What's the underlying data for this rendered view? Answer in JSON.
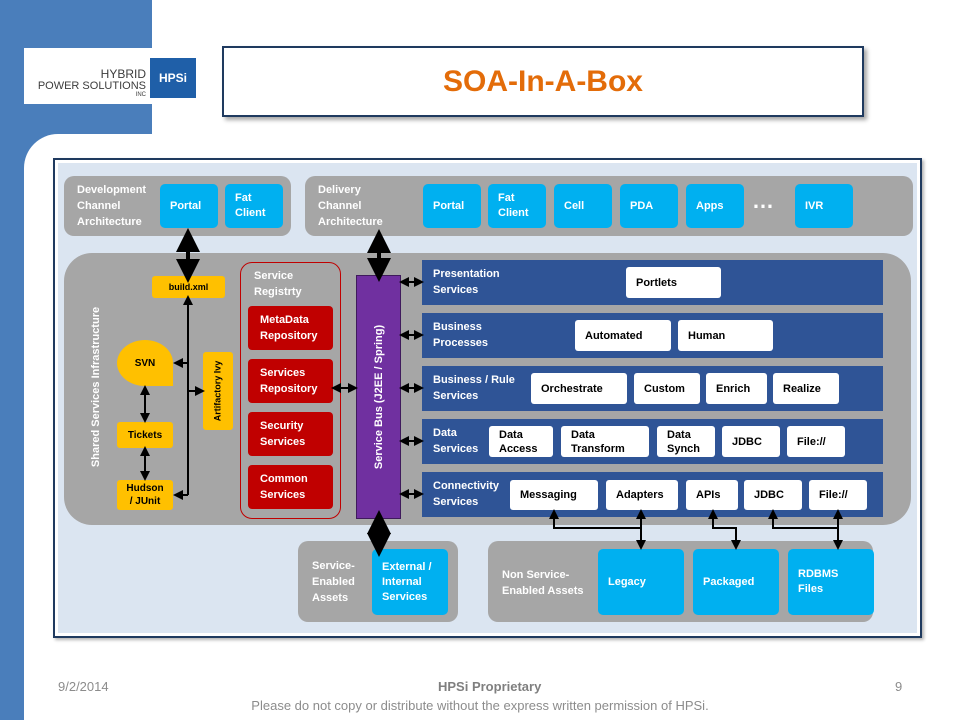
{
  "logo": {
    "line1": "HYBRID",
    "line2": "POWER SOLUTIONS",
    "line3": "INC",
    "mark": "HPSi"
  },
  "title": "SOA-In-A-Box",
  "dev_channel": {
    "label": [
      "Development",
      "Channel",
      "Architecture"
    ],
    "items": [
      "Portal",
      [
        "Fat",
        "Client"
      ]
    ]
  },
  "delivery_channel": {
    "label": [
      "Delivery",
      "Channel",
      "Architecture"
    ],
    "items": [
      "Portal",
      [
        "Fat",
        "Client"
      ],
      "Cell",
      "PDA",
      "Apps",
      "IVR"
    ],
    "ellipsis": "…"
  },
  "shared": {
    "label": "Shared Services Infrastructure",
    "build": "build.xml",
    "svn": "SVN",
    "tickets": "Tickets",
    "hudson": [
      "Hudson",
      "/ JUnit"
    ],
    "artifactory": "Artifactory Ivy"
  },
  "registry": {
    "title": [
      "Service",
      "Registrty"
    ],
    "items": [
      [
        "MetaData",
        "Repository"
      ],
      [
        "Services",
        "Repository"
      ],
      [
        "Security",
        "Services"
      ],
      [
        "Common",
        "Services"
      ]
    ]
  },
  "bus": "Service Bus (J2EE / Spring)",
  "layers": [
    {
      "label": [
        "Presentation",
        "Services"
      ],
      "items": [
        "Portlets"
      ]
    },
    {
      "label": [
        "Business",
        "Processes"
      ],
      "items": [
        "Automated",
        "Human"
      ]
    },
    {
      "label": [
        "Business  / Rule",
        "Services"
      ],
      "items": [
        "Orchestrate",
        "Custom",
        "Enrich",
        "Realize"
      ]
    },
    {
      "label": [
        "Data",
        "Services"
      ],
      "items": [
        [
          "Data",
          "Access"
        ],
        [
          "Data",
          "Transform"
        ],
        [
          "Data",
          "Synch"
        ],
        "JDBC",
        "File://"
      ]
    },
    {
      "label": [
        "Connectivity",
        "Services"
      ],
      "items": [
        "Messaging",
        "Adapters",
        "APIs",
        "JDBC",
        "File://"
      ]
    }
  ],
  "service_assets": {
    "label": [
      "Service-",
      "Enabled",
      "Assets"
    ],
    "item": [
      "External /",
      "Internal",
      "Services"
    ]
  },
  "non_service_assets": {
    "label": [
      "Non Service-",
      "Enabled Assets"
    ],
    "items": [
      "Legacy",
      "Packaged",
      [
        "RDBMS",
        "Files"
      ]
    ]
  },
  "footer": {
    "date": "9/2/2014",
    "center": "HPSi Proprietary",
    "page": "9",
    "notice": "Please do not copy or distribute without the express written permission of HPSi."
  },
  "colors": {
    "blue_bar": "#4a7ebb",
    "title": "#e36c09",
    "cyan": "#00b0f0",
    "navy": "#2f5496",
    "red": "#c00000",
    "yellow": "#ffc000",
    "purple": "#7030a0",
    "gray": "#a6a6a6"
  }
}
